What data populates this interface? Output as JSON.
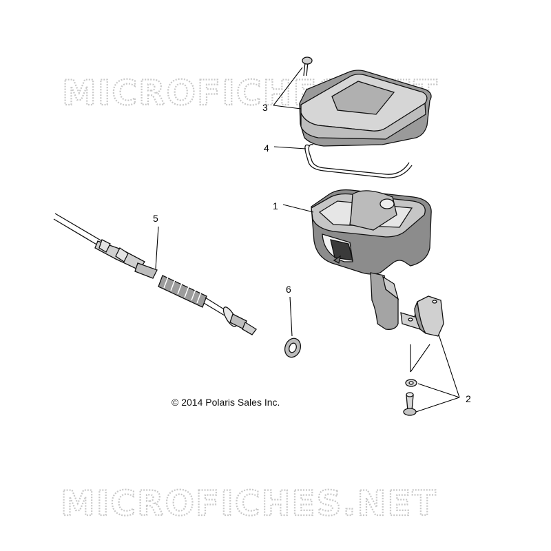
{
  "watermark_top": "MICROFICHES.NET",
  "watermark_bottom": "MICROFICHES.NET",
  "copyright": "© 2014 Polaris Sales Inc.",
  "callouts": {
    "c1": "1",
    "c2": "2",
    "c3": "3",
    "c4": "4",
    "c5": "5",
    "c6": "6"
  }
}
